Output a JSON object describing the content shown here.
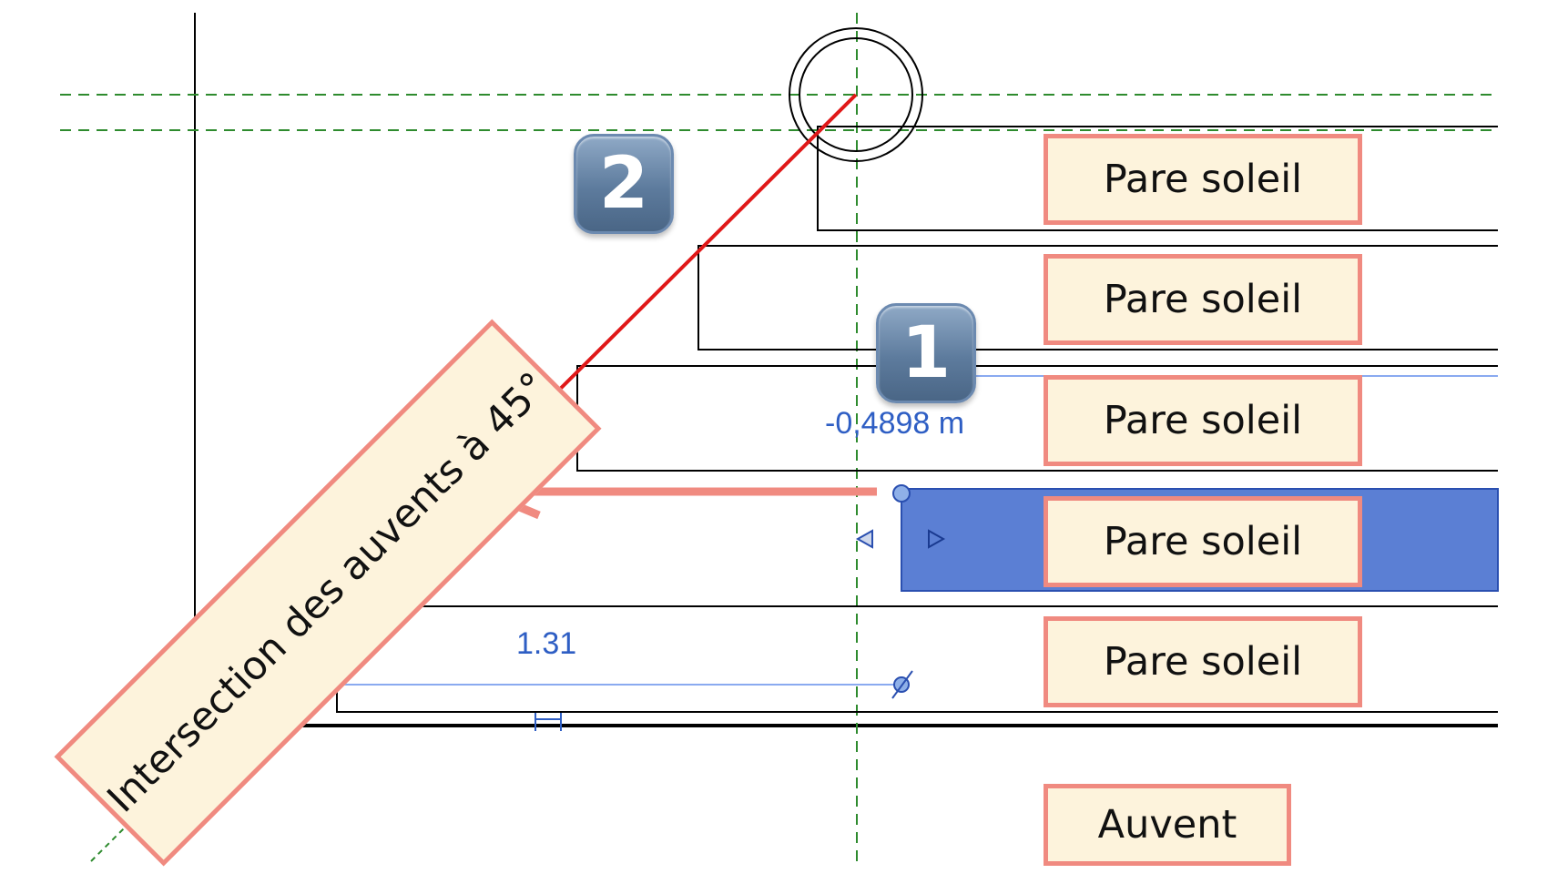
{
  "annotations": {
    "pare_soleil_1": "Pare soleil",
    "pare_soleil_2": "Pare soleil",
    "pare_soleil_3": "Pare soleil",
    "pare_soleil_4": "Pare soleil",
    "pare_soleil_5": "Pare soleil",
    "auvent": "Auvent",
    "intersection_banner": "Intersection des auvents à 45°"
  },
  "badges": {
    "step_1": "1",
    "step_2": "2"
  },
  "dimensions": {
    "offset_value": "-0,4898 m",
    "length_value": "1.31"
  },
  "colors": {
    "label_fill": "#fdf3dc",
    "label_border": "#f08a80",
    "selection_blue": "#5b7fd4",
    "dim_blue": "#2e5ec4",
    "guide_green": "#2e8b2e",
    "red_line": "#e01818"
  }
}
